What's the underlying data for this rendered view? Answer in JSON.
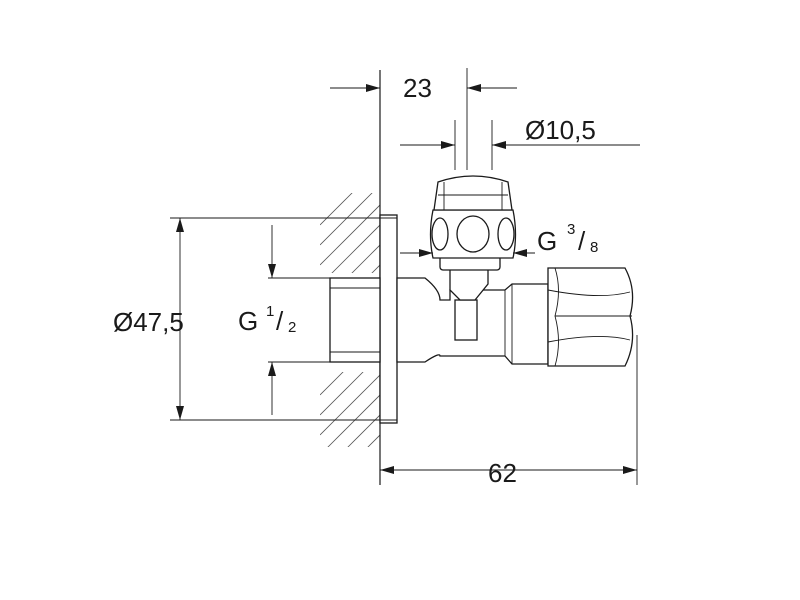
{
  "dimensions": {
    "inlet_offset": "23",
    "outlet_diameter": "Ø10,5",
    "outlet_thread_prefix": "G",
    "outlet_thread_num": "3",
    "outlet_thread_den": "8",
    "inlet_thread_prefix": "G",
    "inlet_thread_num": "1",
    "inlet_thread_den": "2",
    "rosette_diameter": "Ø47,5",
    "overall_length": "62"
  },
  "colors": {
    "line": "#1a1a1a",
    "background": "#ffffff"
  }
}
